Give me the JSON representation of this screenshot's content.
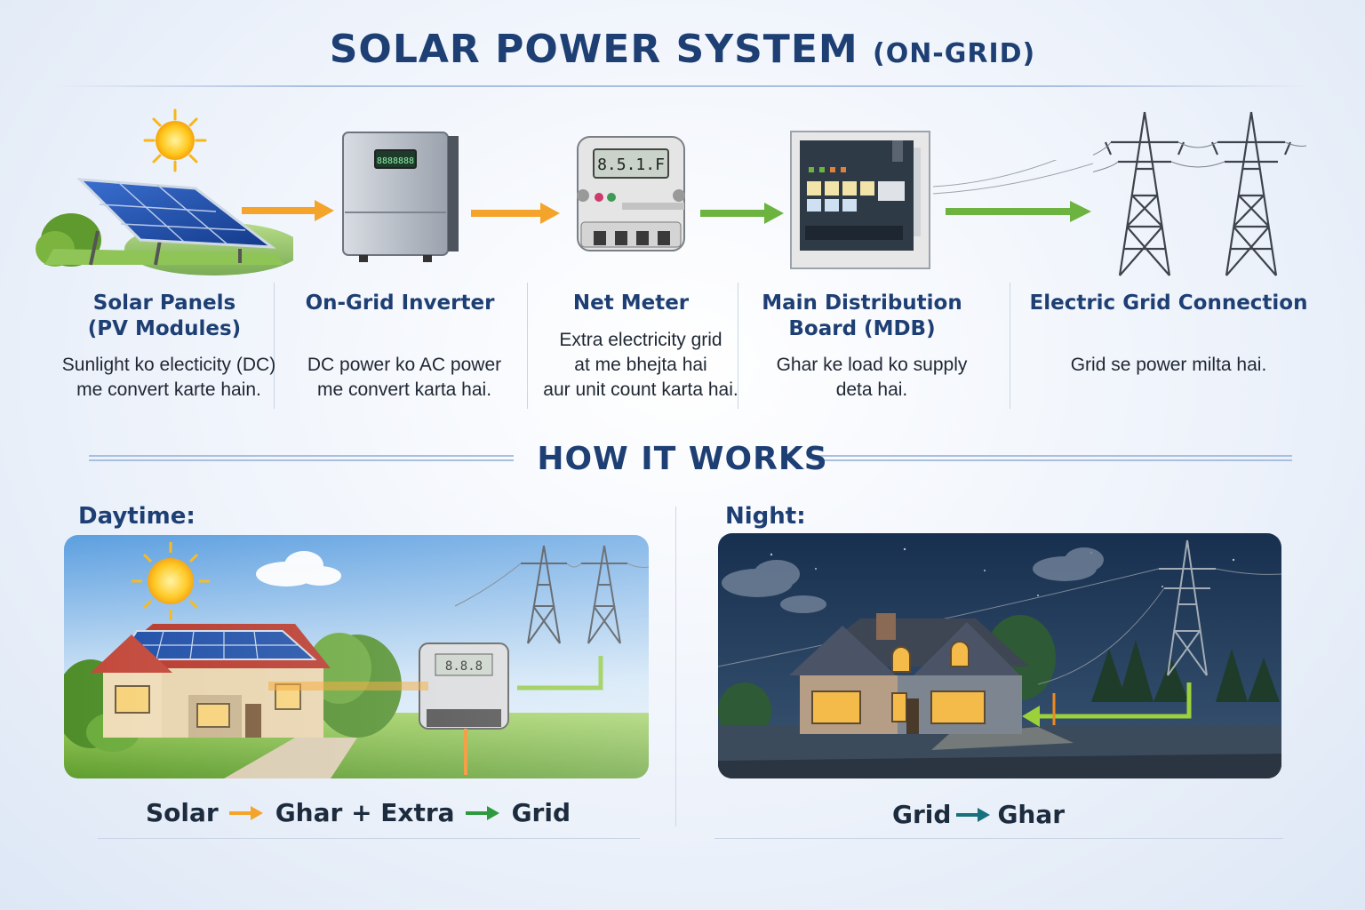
{
  "title": {
    "main": "SOLAR POWER SYSTEM",
    "sub": "(ON-GRID)"
  },
  "colors": {
    "navy": "#1e3f74",
    "orange": "#f4a42a",
    "green": "#6cb33f",
    "teal": "#17707d"
  },
  "components": [
    {
      "title": "Solar Panels\n(PV Modules)",
      "desc": "Sunlight ko electicity (DC)\nme convert karte hain.",
      "icon": "solar-panel-icon"
    },
    {
      "title": "On-Grid Inverter",
      "desc": "DC power ko AC power\nme convert karta hai.",
      "icon": "inverter-icon",
      "display": "8888888"
    },
    {
      "title": "Net Meter",
      "desc": "Extra electricity grid\nat me bhejta hai\naur unit count karta hai.",
      "icon": "net-meter-icon",
      "display": "8.5.1.F"
    },
    {
      "title": "Main Distribution\nBoard (MDB)",
      "desc": "Ghar ke load ko supply\ndeta hai.",
      "icon": "distribution-board-icon"
    },
    {
      "title": "Electric Grid Connection",
      "desc": "Grid se power milta hai.",
      "icon": "transmission-tower-icon"
    }
  ],
  "how_it_works": {
    "title": "HOW IT WORKS",
    "day": {
      "label": "Daytime:",
      "flow": [
        "Solar",
        "Ghar + Extra",
        "Grid"
      ],
      "meter_display": "8.8.8"
    },
    "night": {
      "label": "Night:",
      "flow": [
        "Grid",
        "Ghar"
      ]
    }
  }
}
